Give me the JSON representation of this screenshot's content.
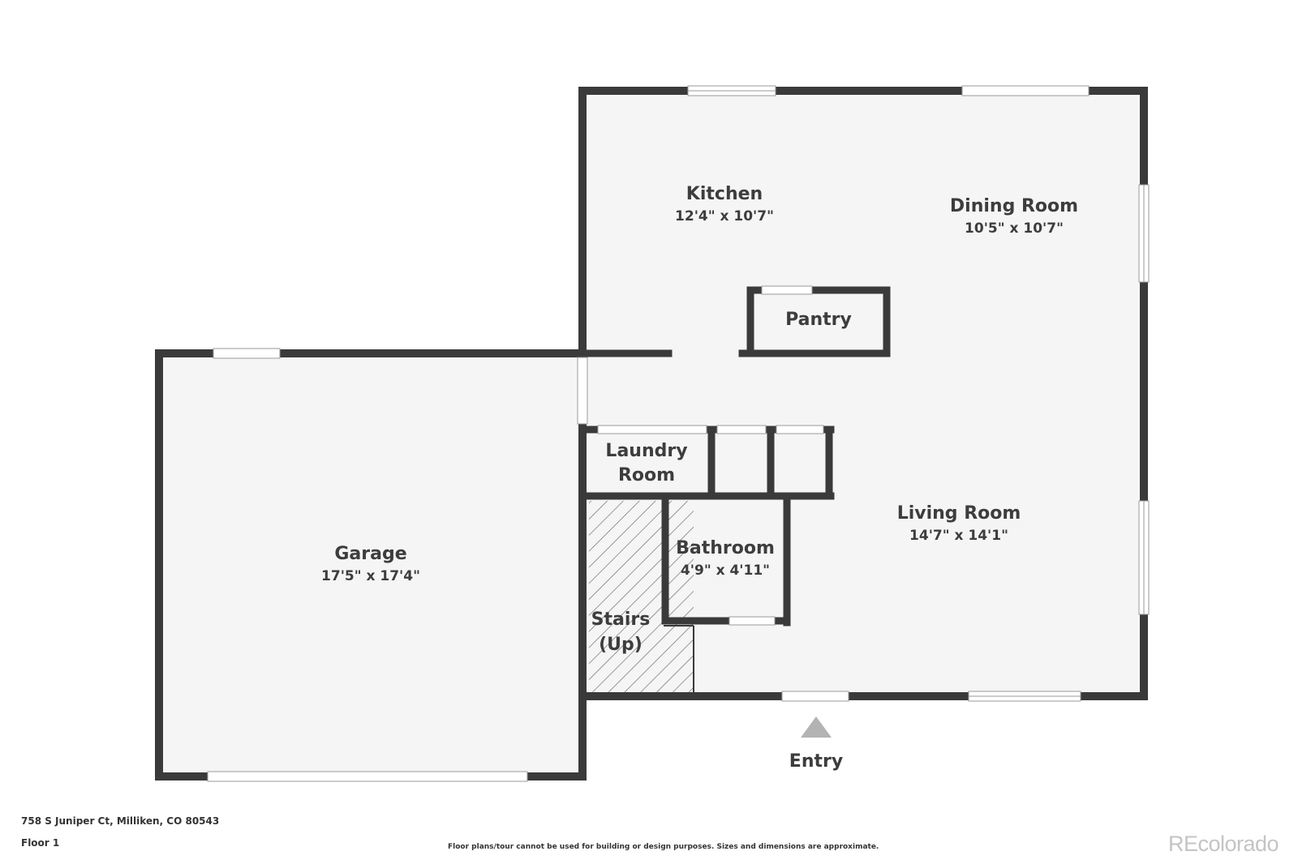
{
  "colors": {
    "wall": "#3a3a3a",
    "floor": "#f5f5f5",
    "text": "#3d3d3d",
    "entry_marker": "#b3b3b3",
    "brand": "#c4c4c4"
  },
  "rooms": {
    "kitchen": {
      "name": "Kitchen",
      "dims": "12'4\" x 10'7\""
    },
    "dining": {
      "name": "Dining Room",
      "dims": "10'5\" x 10'7\""
    },
    "pantry": {
      "name": "Pantry"
    },
    "laundry": {
      "name_line1": "Laundry",
      "name_line2": "Room"
    },
    "bathroom": {
      "name": "Bathroom",
      "dims": "4'9\" x 4'11\""
    },
    "living": {
      "name": "Living Room",
      "dims": "14'7\" x 14'1\""
    },
    "garage": {
      "name": "Garage",
      "dims": "17'5\" x 17'4\""
    },
    "stairs": {
      "name_line1": "Stairs",
      "name_line2": "(Up)"
    }
  },
  "entry": {
    "label": "Entry",
    "icon": "triangle-up-icon"
  },
  "footer": {
    "address": "758 S Juniper Ct, Milliken, CO 80543",
    "floor": "Floor 1",
    "disclaimer": "Floor plans/tour cannot be used for building or design purposes. Sizes and dimensions are approximate.",
    "brand": "REcolorado"
  }
}
